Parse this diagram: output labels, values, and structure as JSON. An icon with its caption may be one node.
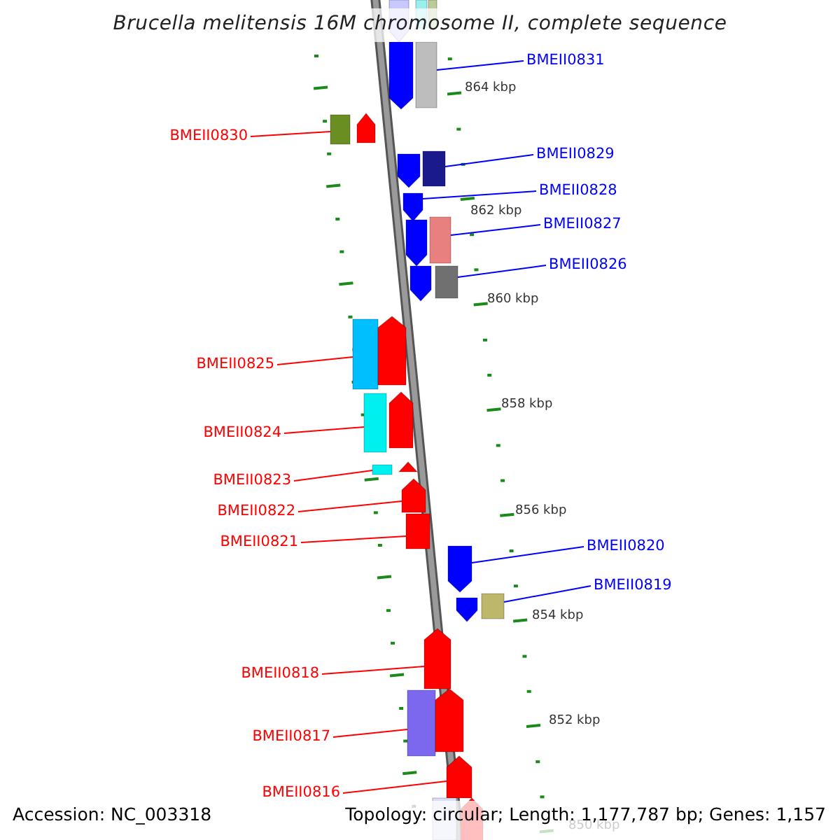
{
  "diagram": {
    "title": "Brucella melitensis 16M chromosome II, complete sequence",
    "nodes": [
      {
        "text": [
          "BMEII0831"
        ]
      },
      {
        "text": [],
        "shape": "box"
      },
      {
        "text": [
          "BMEII0830"
        ]
      },
      {
        "text": [],
        "shape": "box"
      },
      {
        "text": [
          "BMEII0829"
        ]
      },
      {
        "text": [],
        "shape": "box"
      },
      {
        "text": [
          "BMEII0828"
        ]
      },
      {
        "text": [],
        "shape": "arrow"
      },
      {
        "text": [
          "BMEII0827"
        ]
      },
      {
        "text": [],
        "shape": "box"
      },
      {
        "text": [
          "BMEII0826"
        ]
      },
      {
        "text": [],
        "shape": "box"
      },
      {
        "text": [
          "BMEII0825"
        ]
      },
      {
        "text": [],
        "shape": "box"
      },
      {
        "text": [
          "BMEII0824"
        ]
      },
      {
        "text": [],
        "shape": "box"
      },
      {
        "text": [
          "BMEII0823"
        ]
      },
      {
        "text": [],
        "shape": "box"
      },
      {
        "text": [
          "BMEII0822"
        ]
      },
      {
        "text": [],
        "shape": "arrow"
      },
      {
        "text": [
          "BMEII0821"
        ]
      },
      {
        "text": [],
        "shape": "box"
      },
      {
        "text": [
          "BMEII0820"
        ]
      },
      {
        "text": [],
        "shape": "arrow"
      },
      {
        "text": [
          "BMEII0819"
        ]
      },
      {
        "text": [],
        "shape": "box"
      },
      {
        "text": [
          "BMEII0818"
        ]
      },
      {
        "text": [],
        "shape": "arrow"
      },
      {
        "text": [
          "BMEII0817"
        ]
      },
      {
        "text": [],
        "shape": "box"
      },
      {
        "text": [
          "BMEII0816"
        ]
      },
      {
        "text": [],
        "shape": "arrow"
      },
      {
        "text": [],
        "shape": "arrow"
      },
      {
        "text": [],
        "shape": "box"
      },
      {
        "text": [],
        "shape": "box"
      },
      {
        "text": [],
        "shape": "arrow"
      },
      {
        "text": [],
        "shape": "arrow"
      },
      {
        "text": [],
        "shape": "arrow"
      },
      {
        "text": [],
        "shape": "arrow"
      },
      {
        "text": [],
        "shape": "arrow"
      },
      {
        "text": [],
        "shape": "arrow"
      },
      {
        "text": [],
        "shape": "arrow"
      },
      {
        "text": [],
        "shape": "triangle"
      },
      {
        "text": [],
        "shape": "arrow"
      },
      {
        "text": [],
        "shape": "arrow"
      },
      {
        "text": [],
        "shape": "box"
      },
      {
        "text": [],
        "shape": "arrow"
      }
    ],
    "edges": [
      {
        "from": 0,
        "to": 1,
        "arrow": "none",
        "color": "#0000ff"
      },
      {
        "from": 2,
        "to": 3,
        "arrow": "none",
        "color": "#ff0000"
      },
      {
        "from": 4,
        "to": 5,
        "arrow": "none",
        "color": "#0000ff"
      },
      {
        "from": 6,
        "to": 7,
        "arrow": "none",
        "color": "#0000ff"
      },
      {
        "from": 8,
        "to": 9,
        "arrow": "none",
        "color": "#0000ff"
      },
      {
        "from": 10,
        "to": 11,
        "arrow": "none",
        "color": "#0000ff"
      },
      {
        "from": 12,
        "to": 13,
        "arrow": "none",
        "color": "#ff0000"
      },
      {
        "from": 14,
        "to": 15,
        "arrow": "none",
        "color": "#ff0000"
      },
      {
        "from": 16,
        "to": 17,
        "arrow": "none",
        "color": "#ff0000"
      },
      {
        "from": 18,
        "to": 19,
        "arrow": "none",
        "color": "#ff0000"
      },
      {
        "from": 20,
        "to": 21,
        "arrow": "none",
        "color": "#ff0000"
      },
      {
        "from": 22,
        "to": 23,
        "arrow": "none",
        "color": "#0000ff"
      },
      {
        "from": 24,
        "to": 25,
        "arrow": "none",
        "color": "#0000ff"
      },
      {
        "from": 26,
        "to": 27,
        "arrow": "none",
        "color": "#ff0000"
      },
      {
        "from": 28,
        "to": 29,
        "arrow": "none",
        "color": "#ff0000"
      },
      {
        "from": 30,
        "to": 31,
        "arrow": "none",
        "color": "#ff0000"
      }
    ],
    "labels": [
      "864 kbp",
      "862 kbp",
      "860 kbp",
      "858 kbp",
      "856 kbp",
      "854 kbp",
      "852 kbp",
      "850 kbp",
      "Accession: NC_003318",
      "Topology: circular; Length: 1,177,787 bp; Genes: 1,157"
    ]
  }
}
